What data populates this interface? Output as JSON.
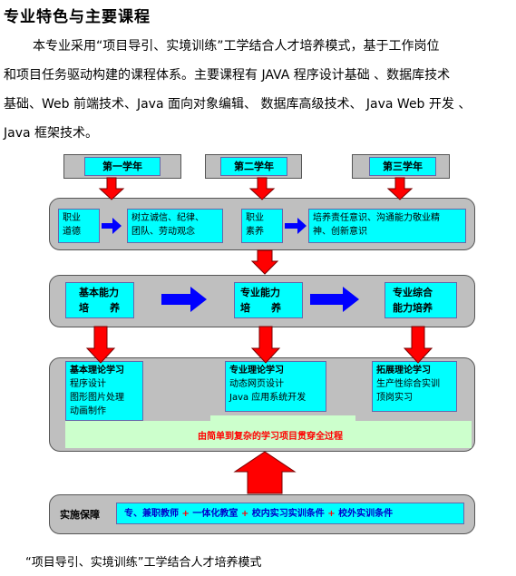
{
  "title": "专业特色与主要课程",
  "paragraph": "本专业采用“项目导引、实境训练”工学结合人才培养模式，基于工作岗位和项目任务驱动构建的课程体系。主要课程有 JAVA 程序设计基础 、数据库技术基础、Web 前端技术、Java 面向对象编辑、 数据库高级技术、 Java Web 开发 、Java 框架技术。",
  "paragraph_lines": [
    "本专业采用“项目导引、实境训练”工学结合人才培养模式，基于工作岗位",
    "和项目任务驱动构建的课程体系。主要课程有 JAVA 程序设计基础 、数据库技术",
    "基础、Web 前端技术、Java 面向对象编辑、 数据库高级技术、 Java Web 开发 、",
    "Java 框架技术。"
  ],
  "diagram": {
    "years": [
      "第一学年",
      "第二学年",
      "第三学年"
    ],
    "row1": {
      "a": [
        "职业",
        "道德"
      ],
      "b": [
        "树立诚信、纪律、",
        "团队、劳动观念"
      ],
      "c": [
        "职业",
        "素养"
      ],
      "d": [
        "培养责任意识、沟通能力敬业精",
        "神、创新意识"
      ]
    },
    "row2": {
      "a": [
        "基本能力",
        "培      养"
      ],
      "b": [
        "专业能力",
        "培      养"
      ],
      "c": [
        "专业综合",
        "能力培养"
      ]
    },
    "row3": {
      "a_title": "基本理论学习",
      "a_items": [
        "程序设计",
        "图形图片处理",
        "动画制作"
      ],
      "b_title": "专业理论学习",
      "b_items": [
        "动态网页设计",
        "Java 应用系统开发"
      ],
      "c_title": "拓展理论学习",
      "c_items": [
        "生产性综合实训",
        "顶岗实习"
      ]
    },
    "progress_label": "由简单到复杂的学习项目贯穿全过程",
    "guarantee": {
      "label": "实施保障",
      "items": [
        "专、兼职教师",
        "一体化教室",
        "校内实习实训条件",
        "校外实训条件"
      ],
      "plus": "+"
    },
    "colors": {
      "arrow_red": "#ff0000",
      "arrow_blue": "#0000ff",
      "cyan": "#00ffff",
      "gray": "#bfbfbf",
      "green": "#ccffcc"
    }
  },
  "caption": "“项目导引、实境训练”工学结合人才培养模式"
}
